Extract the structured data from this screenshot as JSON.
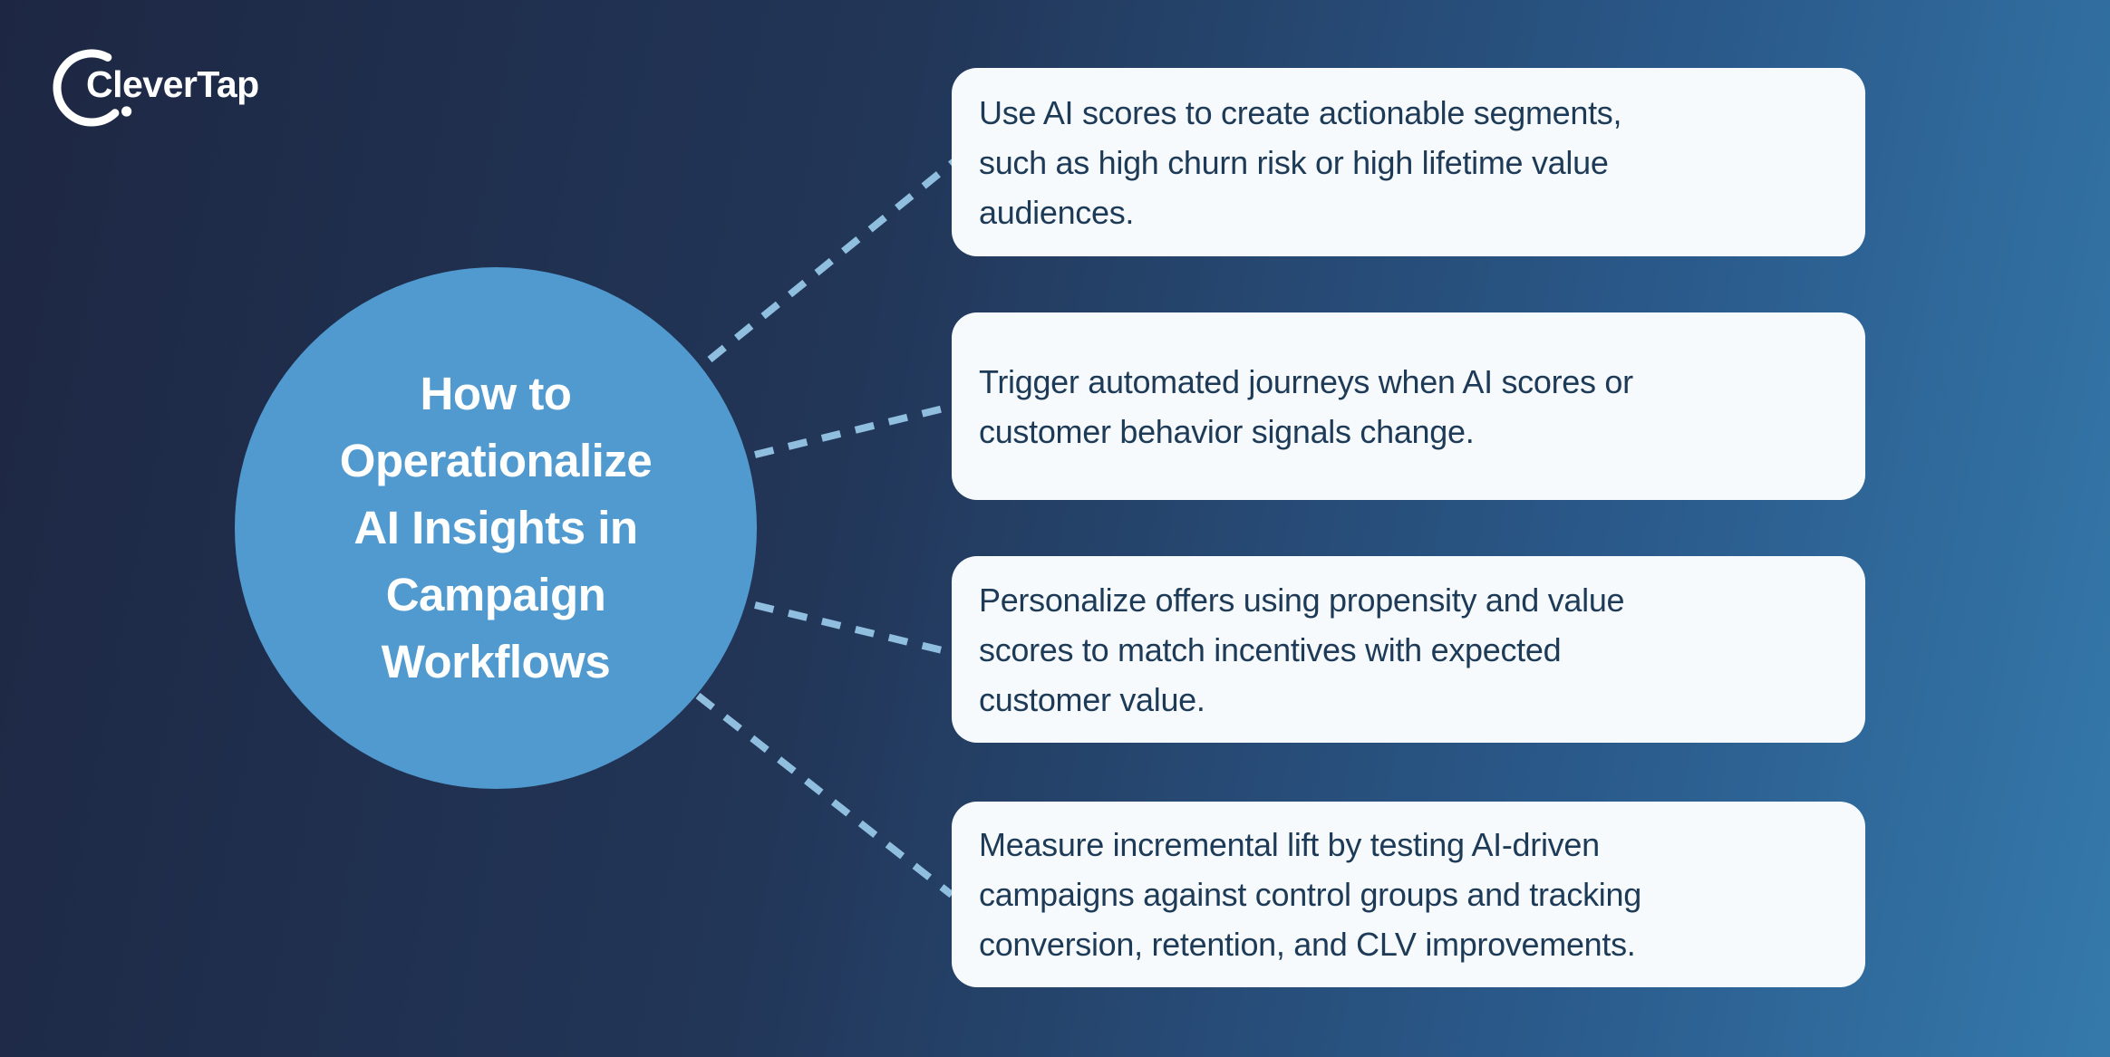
{
  "brand": {
    "logo_text": "CleverTap"
  },
  "center_circle": {
    "title": "How to\nOperationalize\nAI Insights in\nCampaign\nWorkflows"
  },
  "cards": [
    {
      "text": "Use AI scores to create actionable segments,\nsuch as high churn risk or high lifetime value\naudiences."
    },
    {
      "text": "Trigger automated journeys when AI scores or\ncustomer behavior signals change."
    },
    {
      "text": "Personalize offers using propensity and value\nscores to match incentives with expected\ncustomer value."
    },
    {
      "text": "Measure incremental lift by testing AI-driven\ncampaigns against control groups and tracking\nconversion, retention, and CLV improvements."
    }
  ],
  "connectors": {
    "count": 4,
    "style": "dashed"
  },
  "colors": {
    "bg-start": "#1d2743",
    "bg-mid": "#223658",
    "bg-end": "#3579ab",
    "circle-fill": "#519acf",
    "circle-text": "#ffffff",
    "card-bg": "#f7fafd",
    "card-text": "#1d3a57",
    "dash": "#8fbede",
    "logo-color": "#ffffff"
  }
}
